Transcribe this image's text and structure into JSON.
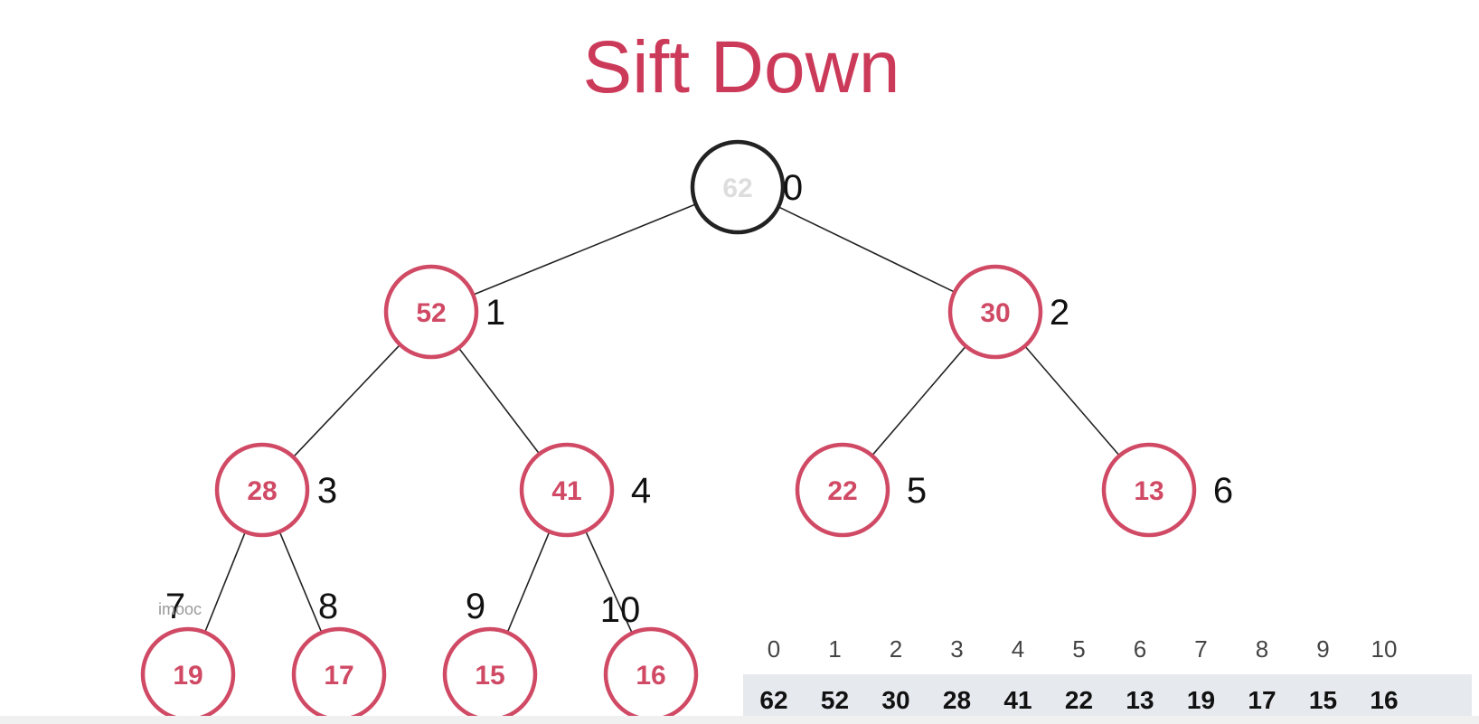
{
  "title": "Sift Down",
  "watermark": "imooc",
  "tree": {
    "nodes": [
      {
        "index": "0",
        "value": "62",
        "state": "root"
      },
      {
        "index": "1",
        "value": "52",
        "state": "normal"
      },
      {
        "index": "2",
        "value": "30",
        "state": "normal"
      },
      {
        "index": "3",
        "value": "28",
        "state": "normal"
      },
      {
        "index": "4",
        "value": "41",
        "state": "normal"
      },
      {
        "index": "5",
        "value": "22",
        "state": "normal"
      },
      {
        "index": "6",
        "value": "13",
        "state": "normal"
      },
      {
        "index": "7",
        "value": "19",
        "state": "normal"
      },
      {
        "index": "8",
        "value": "17",
        "state": "normal"
      },
      {
        "index": "9",
        "value": "15",
        "state": "normal"
      },
      {
        "index": "10",
        "value": "16",
        "state": "normal"
      }
    ],
    "edges": [
      [
        0,
        1
      ],
      [
        0,
        2
      ],
      [
        1,
        3
      ],
      [
        1,
        4
      ],
      [
        2,
        5
      ],
      [
        2,
        6
      ],
      [
        3,
        7
      ],
      [
        3,
        8
      ],
      [
        4,
        9
      ],
      [
        4,
        10
      ]
    ]
  },
  "array": {
    "indices": [
      "0",
      "1",
      "2",
      "3",
      "4",
      "5",
      "6",
      "7",
      "8",
      "9",
      "10"
    ],
    "values": [
      "62",
      "52",
      "30",
      "28",
      "41",
      "22",
      "13",
      "19",
      "17",
      "15",
      "16"
    ]
  },
  "colors": {
    "accent": "#cc3a5a",
    "node_stroke": "#d04a65",
    "root_stroke": "#222222",
    "array_bg": "#e6e9ed"
  }
}
